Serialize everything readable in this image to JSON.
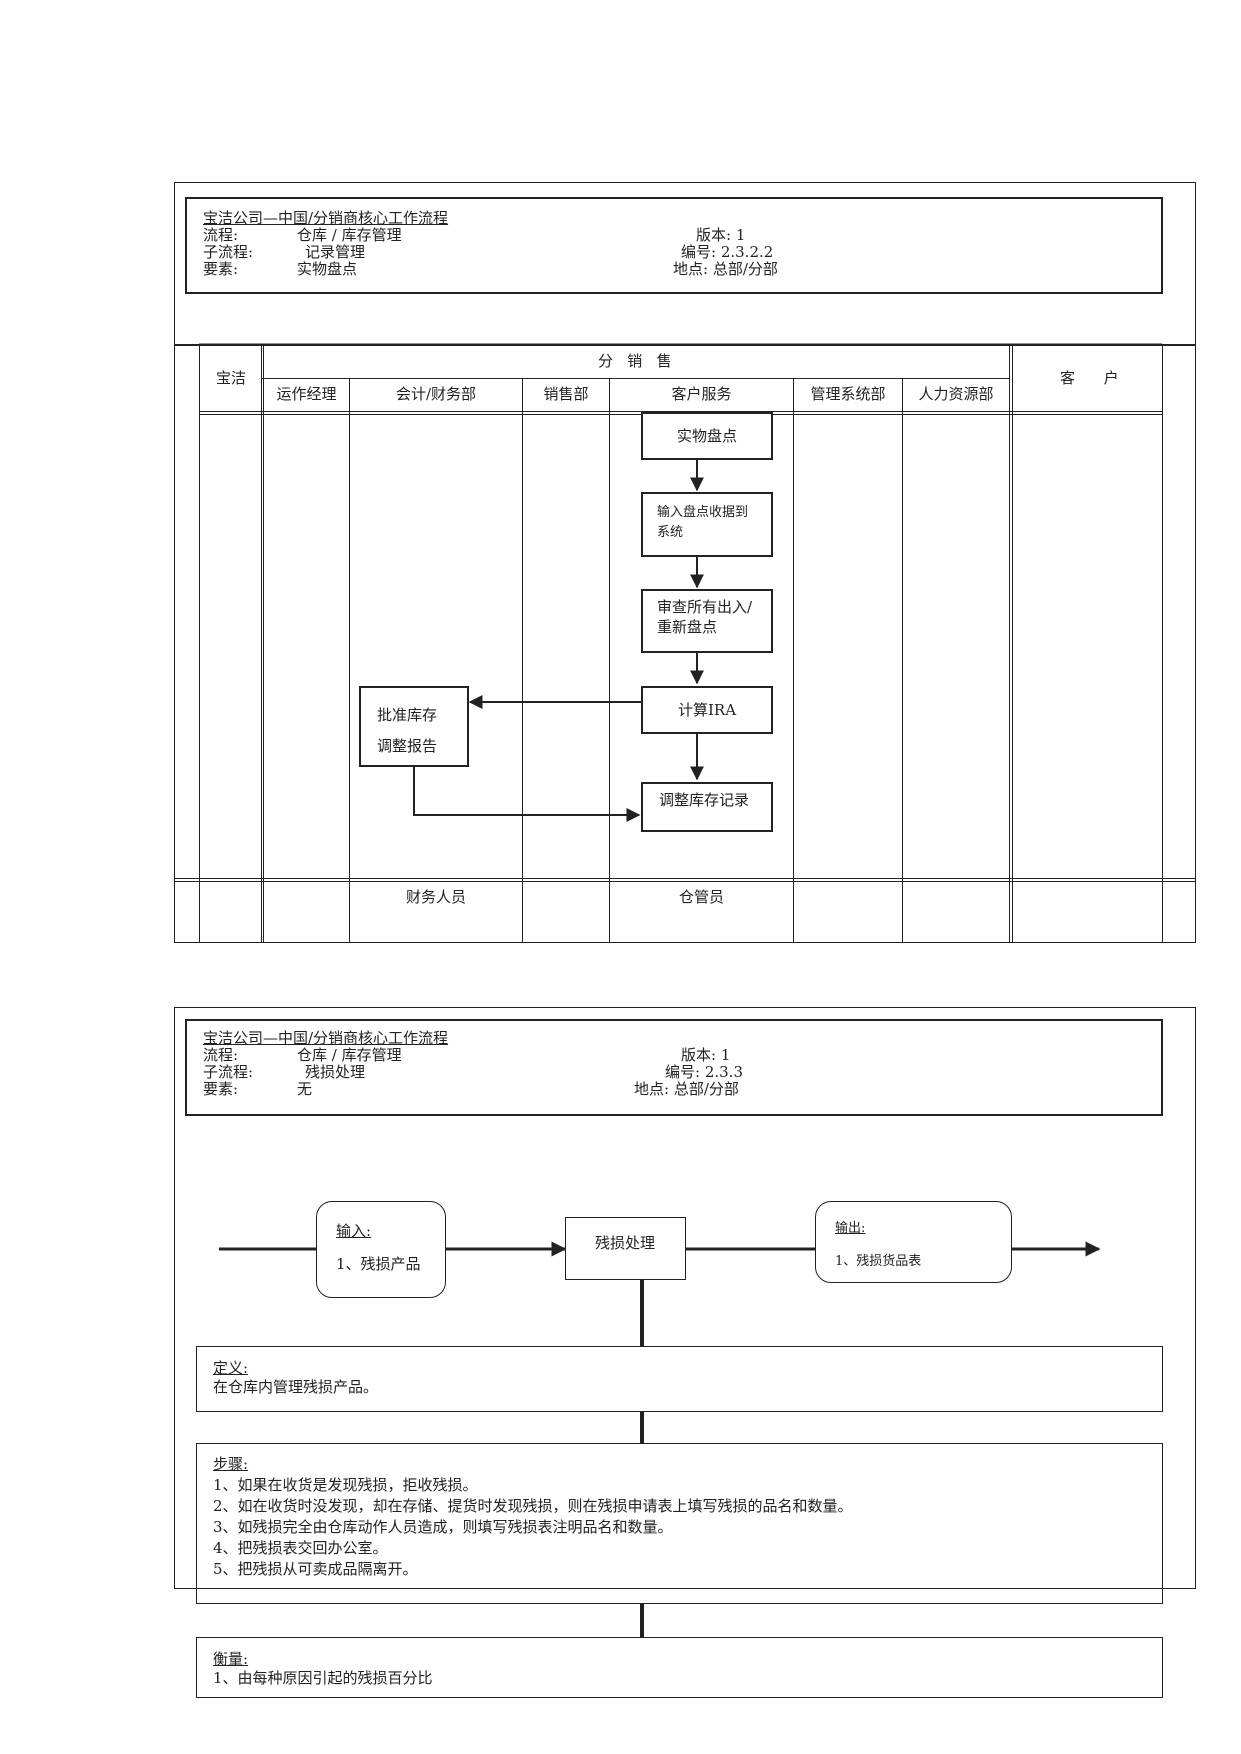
{
  "page1": {
    "header": {
      "company": "宝洁公司—中国/分销商核心工作流程",
      "process_label": "流程:",
      "process_value": "仓库 / 库存管理",
      "subprocess_label": "子流程:",
      "subprocess_value": "记录管理",
      "element_label": "要素:",
      "element_value": "实物盘点",
      "version": "版本:  1",
      "number": "编号:  2.3.2.2",
      "location": "地点:  总部/分部"
    },
    "lanes": {
      "pg": "宝洁",
      "distributor": "分   销   售",
      "customer": "客      户",
      "columns": [
        "运作经理",
        "会计/财务部",
        "销售部",
        "客户服务",
        "管理系统部",
        "人力资源部"
      ]
    },
    "nodes": {
      "n1": "实物盘点",
      "n2_line1": "输入盘点收据到",
      "n2_line2": "系统",
      "n3_line1": "审查所有出入/",
      "n3_line2": "重新盘点",
      "n4": "计算IRA",
      "n5_line1": "批准库存",
      "n5_line2": "调整报告",
      "n6": "调整库存记录"
    },
    "roles": {
      "finance": "财务人员",
      "warehouse": "仓管员"
    }
  },
  "page2": {
    "header": {
      "company": "宝洁公司—中国/分销商核心工作流程",
      "process_label": "流程:",
      "process_value": "仓库 / 库存管理",
      "subprocess_label": "子流程:",
      "subprocess_value": "残损处理",
      "element_label": "要素:",
      "element_value": "无",
      "version": "版本:  1",
      "number": "编号:  2.3.3",
      "location": "地点:  总部/分部"
    },
    "input": {
      "title": "输入:",
      "item": "1、残损产品"
    },
    "process": "残损处理",
    "output": {
      "title": "输出:",
      "item": "1、残损货品表"
    },
    "definition": {
      "title": "定义:",
      "text": "在仓库内管理残损产品。"
    },
    "steps": {
      "title": "步骤:",
      "items": [
        "1、如果在收货是发现残损，拒收残损。",
        "2、如在收货时没发现，却在存储、提货时发现残损，则在残损申请表上填写残损的品名和数量。",
        "3、如残损完全由仓库动作人员造成，则填写残损表注明品名和数量。",
        "4、把残损表交回办公室。",
        "5、把残损从可卖成品隔离开。"
      ]
    },
    "measure": {
      "title": "衡量:",
      "text": "1、由每种原因引起的残损百分比"
    }
  }
}
